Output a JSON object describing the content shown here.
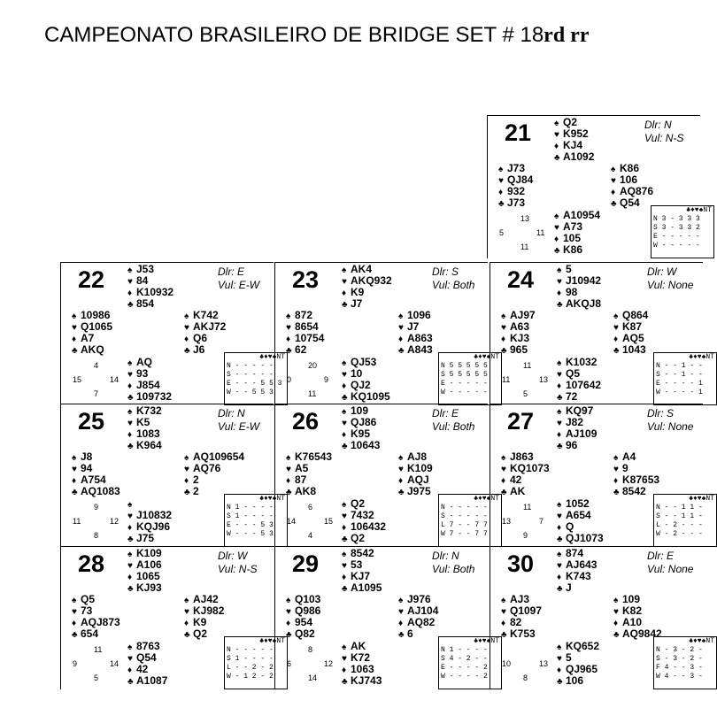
{
  "header": {
    "title": "CAMPEONATO BRASILEIRO DE BRIDGE SET # 18",
    "suffix": "rd rr"
  },
  "boards": [
    {
      "id": "board-21",
      "number": "21",
      "dealer": "Dlr: N",
      "vul": "Vul: N-S",
      "north": [
        "Q2",
        "K952",
        "KJ4",
        "A1092"
      ],
      "west": [
        "J73",
        "QJ84",
        "932",
        "J73"
      ],
      "east": [
        "K86",
        "106",
        "AQ876",
        "Q54"
      ],
      "south": [
        "A10954",
        "A73",
        "105",
        "K86"
      ],
      "hcp": {
        "n": "",
        "w": "5",
        "e": "11",
        "s": "11"
      },
      "hcp_top": "13",
      "grid": [
        "♣♦♥♠NT",
        "N 3 - 3 3 3",
        "S 3 - 3 3 2",
        "E - - - - -",
        "W - - - - -"
      ]
    },
    {
      "id": "board-22",
      "number": "22",
      "dealer": "Dlr: E",
      "vul": "Vul: E-W",
      "north": [
        "J53",
        "84",
        "K10932",
        "854"
      ],
      "west": [
        "10986",
        "Q1065",
        "A7",
        "AKQ"
      ],
      "east": [
        "K742",
        "AKJ72",
        "Q6",
        "J6"
      ],
      "south": [
        "AQ",
        "93",
        "J854",
        "109732"
      ],
      "hcp": {
        "n": "",
        "w": "15",
        "e": "14",
        "s": "7"
      },
      "hcp_top": "4",
      "grid": [
        "♣♦♥♠NT",
        "N - - - - -",
        "S - - - - -",
        "E - - - 5 5 3",
        "W - - 5 5 3"
      ]
    },
    {
      "id": "board-23",
      "number": "23",
      "dealer": "Dlr: S",
      "vul": "Vul: Both",
      "north": [
        "AK4",
        "AKQ932",
        "K9",
        "J7"
      ],
      "west": [
        "872",
        "8654",
        "10754",
        "62"
      ],
      "east": [
        "1096",
        "J7",
        "A863",
        "A843"
      ],
      "south": [
        "QJ53",
        "10",
        "QJ2",
        "KQ1095"
      ],
      "hcp": {
        "n": "",
        "w": "0",
        "e": "9",
        "s": "11"
      },
      "hcp_top": "20",
      "grid": [
        "♣♦♥♠NT",
        "N 5 5 5 5 5",
        "S 5 5 5 5 5",
        "E - - - - -",
        "W - - - - -"
      ]
    },
    {
      "id": "board-24",
      "number": "24",
      "dealer": "Dlr: W",
      "vul": "Vul: None",
      "north": [
        "5",
        "J10942",
        "98",
        "AKQJ8"
      ],
      "west": [
        "AJ97",
        "A63",
        "KJ3",
        "965"
      ],
      "east": [
        "Q864",
        "K87",
        "AQ5",
        "1043"
      ],
      "south": [
        "K1032",
        "Q5",
        "107642",
        "72"
      ],
      "hcp": {
        "n": "",
        "w": "11",
        "e": "13",
        "s": "5"
      },
      "hcp_top": "11",
      "grid": [
        "♣♦♥♠NT",
        "N - - 1 - -",
        "S - - 1 - -",
        "E - - - - 1",
        "W - - - - 1"
      ]
    },
    {
      "id": "board-25",
      "number": "25",
      "dealer": "Dlr: N",
      "vul": "Vul: E-W",
      "north": [
        "K732",
        "K5",
        "1083",
        "K964"
      ],
      "west": [
        "J8",
        "94",
        "A754",
        "AQ1083"
      ],
      "east": [
        "AQ109654",
        "AQ76",
        "2",
        "2"
      ],
      "south": [
        "",
        "J10832",
        "KQJ96",
        "J75"
      ],
      "hcp": {
        "n": "",
        "w": "11",
        "e": "12",
        "s": "8"
      },
      "hcp_top": "9",
      "grid": [
        "♣♦♥♠NT",
        "N 1 - - - -",
        "S 1 - - - -",
        "E - - - 5 3",
        "W - - - 5 3"
      ]
    },
    {
      "id": "board-26",
      "number": "26",
      "dealer": "Dlr: E",
      "vul": "Vul: Both",
      "north": [
        "109",
        "QJ86",
        "K95",
        "10643"
      ],
      "west": [
        "K76543",
        "A5",
        "87",
        "AK8"
      ],
      "east": [
        "AJ8",
        "K109",
        "AQJ",
        "J975"
      ],
      "south": [
        "Q2",
        "7432",
        "106432",
        "Q2"
      ],
      "hcp": {
        "n": "",
        "w": "14",
        "e": "15",
        "s": "4"
      },
      "hcp_top": "6",
      "grid": [
        "♣♦♥♠NT",
        "N - - - - -",
        "S - - - - -",
        "L 7 - - 7 7",
        "W 7 - - 7 7"
      ]
    },
    {
      "id": "board-27",
      "number": "27",
      "dealer": "Dlr: S",
      "vul": "Vul: None",
      "north": [
        "KQ97",
        "J82",
        "AJ109",
        "96"
      ],
      "west": [
        "J863",
        "KQ1073",
        "42",
        "AK"
      ],
      "east": [
        "A4",
        "9",
        "K87653",
        "8542"
      ],
      "south": [
        "1052",
        "A654",
        "Q",
        "QJ1073"
      ],
      "hcp": {
        "n": "",
        "w": "13",
        "e": "7",
        "s": "9"
      },
      "hcp_top": "11",
      "grid": [
        "♣♦♥♠NT",
        "N - - 1 1 -",
        "S - - 1 1 -",
        "L - 2 - - -",
        "W - 2 - - -"
      ]
    },
    {
      "id": "board-28",
      "number": "28",
      "dealer": "Dlr: W",
      "vul": "Vul: N-S",
      "north": [
        "K109",
        "A106",
        "1065",
        "KJ93"
      ],
      "west": [
        "Q5",
        "73",
        "AQJ873",
        "654"
      ],
      "east": [
        "AJ42",
        "KJ982",
        "K9",
        "Q2"
      ],
      "south": [
        "8763",
        "Q54",
        "42",
        "A1087"
      ],
      "hcp": {
        "n": "",
        "w": "9",
        "e": "14",
        "s": "5"
      },
      "hcp_top": "11",
      "grid": [
        "♣♦♥♠NT",
        "N - - - - -",
        "S 1 - - - -",
        "L - - 2 - 2",
        "W - 1 2 - 2"
      ]
    },
    {
      "id": "board-29",
      "number": "29",
      "dealer": "Dlr: N",
      "vul": "Vul: Both",
      "north": [
        "8542",
        "53",
        "KJ7",
        "A1095"
      ],
      "west": [
        "Q103",
        "Q986",
        "954",
        "Q82"
      ],
      "east": [
        "J976",
        "AJ104",
        "AQ82",
        "6"
      ],
      "south": [
        "AK",
        "K72",
        "1063",
        "KJ743"
      ],
      "hcp": {
        "n": "",
        "w": "6",
        "e": "12",
        "s": "14"
      },
      "hcp_top": "8",
      "grid": [
        "♣♦♥♠NT",
        "N 1 - - - -",
        "S 4 - 2 - -",
        "E - - - - 2",
        "W - - - - 2"
      ]
    },
    {
      "id": "board-30",
      "number": "30",
      "dealer": "Dlr: E",
      "vul": "Vul: None",
      "north": [
        "874",
        "AJ643",
        "K743",
        "J"
      ],
      "west": [
        "AJ3",
        "Q1097",
        "82",
        "K753"
      ],
      "east": [
        "109",
        "K82",
        "A10",
        "AQ9842"
      ],
      "south": [
        "KQ652",
        "5",
        "QJ965",
        "106"
      ],
      "hcp": {
        "n": "",
        "w": "10",
        "e": "13",
        "s": "8"
      },
      "hcp_top": "",
      "grid": [
        "♣♦♥♠NT",
        "N - 3 - 2 -",
        "S - 3 - 2 -",
        "F 4 - - 3 -",
        "W 4 - - 3 -"
      ]
    }
  ],
  "suits": [
    "♠",
    "♥",
    "♦",
    "♣"
  ]
}
